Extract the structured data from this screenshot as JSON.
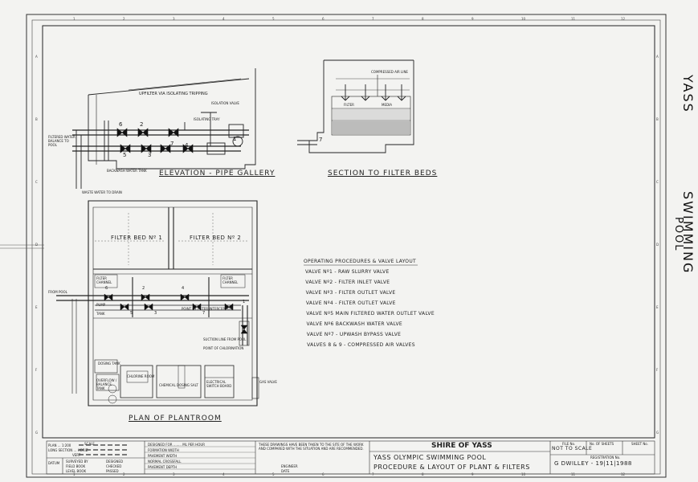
{
  "sheet_edge_numbers": [
    "1",
    "2",
    "3",
    "4",
    "5",
    "6",
    "7",
    "8",
    "9",
    "10",
    "11",
    "12"
  ],
  "sheet_edge_letters": [
    "A",
    "B",
    "C",
    "D",
    "E",
    "F",
    "G"
  ],
  "side_title": {
    "word1": "YASS",
    "word2": "SWIMMING",
    "word3": "POOL"
  },
  "elevation": {
    "title": "ELEVATION - PIPE GALLERY",
    "labels": {
      "top_note": "UPFILTER VIA ISOLATING TRIPPING",
      "isolation_valve": "ISOLATION VALVE",
      "isolating_tray": "ISOLATING TRAY",
      "filtered_water": "FILTERED WATER BALANCE TO POOL",
      "backwash_tank": "BACKWASH WATER TANK",
      "waste_water": "WASTE WATER TO DRAIN",
      "v6": "6",
      "v2": "2",
      "v5": "5",
      "v3": "3",
      "v7": "7",
      "v4": "4",
      "v1": "1"
    }
  },
  "section": {
    "title": "SECTION TO FILTER BEDS",
    "labels": {
      "compressed_air": "COMPRESSED AIR LINE",
      "filter": "FILTER",
      "media": "MEDIA",
      "v7": "7"
    }
  },
  "plan": {
    "title": "PLAN OF PLANTROOM",
    "labels": {
      "bed1": "FILTER BED Nº 1",
      "bed2": "FILTER BED Nº 2",
      "channel_left": "FILTER CHANNEL",
      "channel_right": "FILTER CHANNEL",
      "from_pool": "FROM POOL",
      "pump": "PUMP",
      "tank": "TANK",
      "balance": "POINT OF FILTER INTERCEPTION",
      "suction": "SUCTION LINE FROM POOL",
      "point_chlorination": "POINT OF CHLORINATION",
      "chlorine_room": "CHLORINE ROOM",
      "chemical_dosing": "CHEMICAL DOSING SALT",
      "electrical": "ELECTRICAL SWITCH BOARD",
      "overflow": "OVERFLOW / BALANCE TANK",
      "dosing_tank": "DOSING TANK",
      "gas_valve": "GAS VALVE",
      "v1": "1",
      "v2": "2",
      "v3": "3",
      "v4": "4",
      "v5": "5",
      "v6": "6",
      "v7": "7"
    }
  },
  "procedures": {
    "heading": "OPERATING PROCEDURES & VALVE LAYOUT",
    "items": [
      "VALVE Nº1 - RAW SLURRY VALVE",
      "VALVE Nº2 - FILTER INLET VALVE",
      "VALVE Nº3 - FILTER OUTLET VALVE",
      "VALVE Nº4 - FILTER OUTLET VALVE",
      "VALVE Nº5 MAIN FILTERED WATER OUTLET VALVE",
      "VALVE Nº6 BACKWASH WATER VALVE",
      "VALVE Nº7 - UPWASH BYPASS VALVE",
      "VALVES 8 & 9 - COMPRESSED AIR VALVES"
    ]
  },
  "title_block": {
    "scale_label": "SCALE",
    "plan_scale": "PLAN ... 1:200",
    "long_section": "LONG SECTION ... HORIZ",
    "vert": "VERT",
    "datum": "DATUM",
    "surveyed_by": "SURVEYED BY",
    "field_book": "FIELD BOOK",
    "level_book": "LEVEL BOOK",
    "designed_for": "DESIGNED FOR ........ ML PER HOUR",
    "formation_width": "FORMATION WIDTH",
    "pavement_width": "PAVEMENT WIDTH",
    "normal_crossfall": "NORMAL CROSSFALL",
    "pavement_depth": "PAVEMENT DEPTH",
    "designed": "DESIGNED",
    "checked": "CHECKED",
    "passed": "PASSED",
    "disclaimer": "THESE DRAWINGS HAVE BEEN TAKEN TO THE SITE OF THE WORK AND COMPARED WITH THE SITUATION AND ARE RECOMMENDED.",
    "engineer": "ENGINEER",
    "date": "DATE",
    "council": "SHIRE OF YASS",
    "project_line1": "YASS OLYMPIC SWIMMING POOL",
    "project_line2": "PROCEDURE & LAYOUT OF PLANT & FILTERS",
    "file_no_label": "FILE No.",
    "file_no": "NOT TO SCALE",
    "sheets_label": "No. OF SHEETS",
    "sheet_no_label": "SHEET No.",
    "registration_label": "REGISTRATION No.",
    "drawn": "G DWILLEY - 19|11|1988"
  }
}
